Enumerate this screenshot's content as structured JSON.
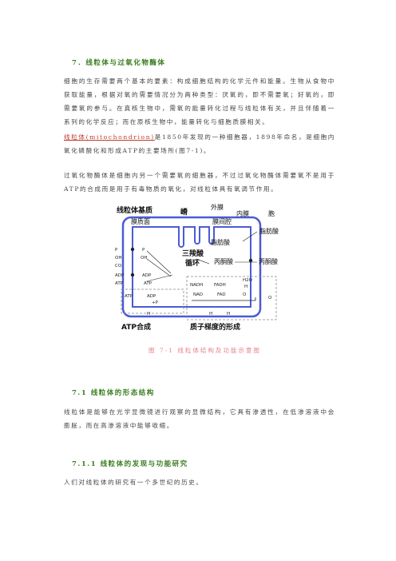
{
  "section7": {
    "title": "7．线粒体与过氧化物酶体",
    "p1": "细胞的生存需要两个基本的要素：构成细胞结构的化学元件和能量。生物从食物中获取能量，根据对氧的需要情况分为两种类型：厌氧的，即不需要氧；好氧的，即需要氧的参与。在真核生物中，需氧的能量转化过程与线粒体有关，并且伴随着一系列的化学反应；而在原核生物中，能量转化与细胞质膜相关。",
    "p2_link": "线粒体(mitochondrion)",
    "p2_rest": "是1850年发现的一种细胞器，1898年命名，是细胞内氧化磷酸化和形成ATP的主要场所(图7-1)。",
    "p3": "过氧化物酶体是细胞内另一个需要氧的细胞器，不过过氧化物酶体需要氧不是用于ATP的合成而是用于有毒物质的氧化，对线粒体具有氧调节作用。"
  },
  "figure": {
    "labels": {
      "matrix": "线粒体基质",
      "inner_surface": "膜质面",
      "crista": "嵴",
      "outer_membrane": "外膜",
      "inner_membrane": "内膜",
      "cytosol": "胞",
      "intermembrane": "膜间腔",
      "fatty_acid": "脂肪酸",
      "fatty_acid2": "脂肪酸",
      "tca": "三羧酸",
      "cycle": "循环",
      "pyruvate": "丙酮酸",
      "pyruvate2": "丙酮酸",
      "atp_synthesis": "ATP合成",
      "gradient": "质子梯度的形成",
      "pi1": "P",
      "pi2": "P",
      "oh1": "OH",
      "oh2": "OH",
      "co2": "CO",
      "adp1": "ADP",
      "adp2": "ADP",
      "atp1": "ATP",
      "atp2": "ATP",
      "nadh": "NADH",
      "fadh2": "FADH",
      "h2o": "H2O",
      "nad": "NAD",
      "fad": "FAD",
      "o2a": "O",
      "o2b": "O",
      "h1": "H",
      "h2": "H",
      "h3": "H",
      "h4": "H",
      "adp_pi": "ADP",
      "pi3": "+P",
      "atp3": "ATP"
    },
    "caption": "图 7-1  线粒体结构及功能示意图"
  },
  "section71": {
    "title": "7.1  线粒体的形态结构",
    "p1": "线粒体是能够在光学显微镜进行观察的显微结构，它具有渗透性，在低渗溶液中会膨胀，而在高渗溶液中能够收缩。"
  },
  "section711": {
    "title": "7.1.1  线粒体的发现与功能研究",
    "p1": "人们对线粒体的研究有一个多世纪的历史。"
  },
  "colors": {
    "heading": "#3a7d1e",
    "membrane": "#4a5bd6",
    "caption": "#e8818a",
    "link": "#c0392b"
  }
}
